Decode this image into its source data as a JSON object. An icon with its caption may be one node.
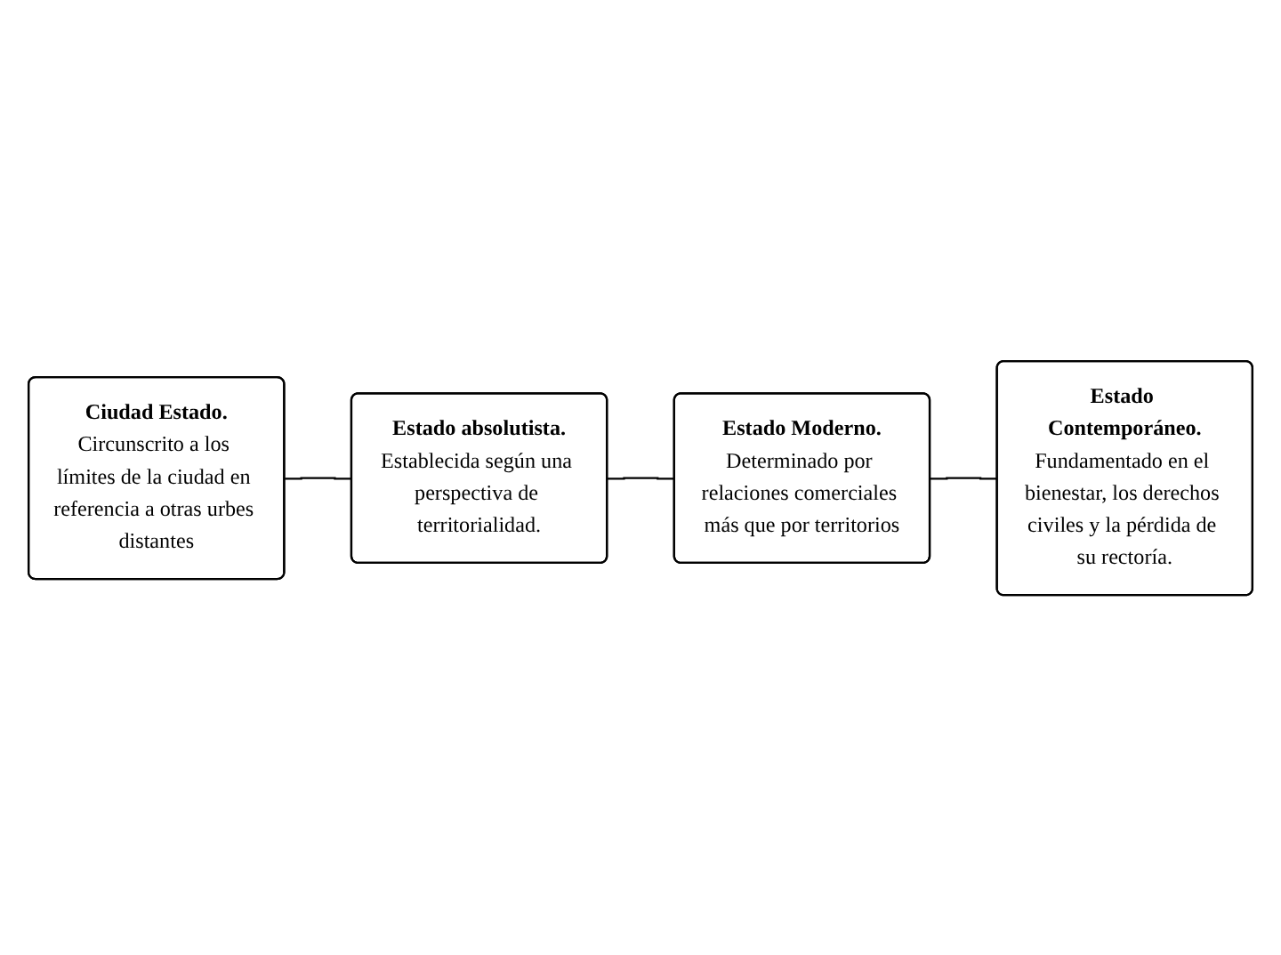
{
  "diagram": {
    "nodes": [
      {
        "text": [
          "Ciudad Estado.",
          "Circunscrito a los límites de la ciudad en referencia a otras urbes distantes"
        ]
      },
      {
        "text": [
          "Estado absolutista.",
          "Establecida según una perspectiva de territorialidad."
        ]
      },
      {
        "text": [
          "Estado Moderno.",
          "Determinado por relaciones comerciales más que por territorios"
        ]
      },
      {
        "text": [
          "Estado Contemporáneo.",
          "Fundamentado en el bienestar, los derechos civiles y la pérdida de su rectoría."
        ]
      }
    ],
    "edges": [
      {
        "from": 0,
        "to": 1,
        "arrow": "none"
      },
      {
        "from": 1,
        "to": 2,
        "arrow": "none"
      },
      {
        "from": 2,
        "to": 3,
        "arrow": "none"
      }
    ]
  }
}
